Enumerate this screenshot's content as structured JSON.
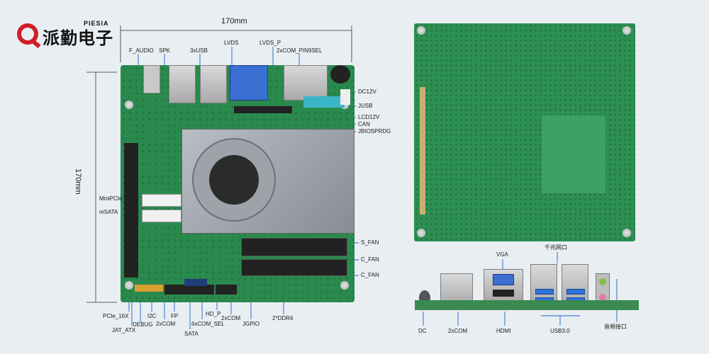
{
  "logo": {
    "cn": "派勤电子",
    "en": "PIESIA"
  },
  "dimensions": {
    "width": "170mm",
    "height": "170mm"
  },
  "top_labels": [
    "F_AUDIO",
    "SPK",
    "3xUSB",
    "LVDS",
    "LVDS_P",
    "2xCOM_PIN9SEL"
  ],
  "right_labels": [
    "DC12V",
    "JUSB",
    "LCD12V",
    "CAN",
    "JBIOSPRDG",
    "S_FAN",
    "C_FAN",
    "C_FAN"
  ],
  "left_labels": [
    "MiniPCIe",
    "mSATA"
  ],
  "bottom_labels": [
    "PCIe_16X",
    "JAT_ATX",
    "DEBUG",
    "I2C",
    "2xCOM",
    "FP",
    "SATA",
    "6xCOM_SEL",
    "HD_P",
    "2xCOM",
    "JGPIO",
    "2*DDR4"
  ],
  "io_top_labels": [
    "VGA",
    "千兆网口"
  ],
  "io_bottom_labels": [
    "DC",
    "2xCOM",
    "HDMI",
    "USB3.0",
    "音频接口"
  ]
}
